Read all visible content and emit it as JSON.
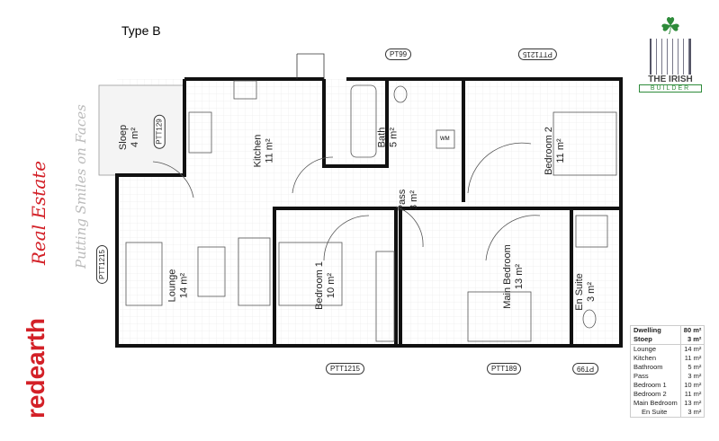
{
  "title": "Type B",
  "brand": {
    "left_logo": "redearth",
    "left_logo_sub": "Real Estate",
    "slogan": "Putting Smiles on Faces",
    "right_logo_line1": "THE IRISH",
    "right_logo_line2": "BUILDER",
    "accent": "#d32027",
    "green": "#2e8b3a"
  },
  "rooms": [
    {
      "name": "Sloep",
      "area": "4 m²"
    },
    {
      "name": "Kitchen",
      "area": "11 m²"
    },
    {
      "name": "Bath",
      "area": "5 m²"
    },
    {
      "name": "Bedroom 2",
      "area": "11 m²"
    },
    {
      "name": "Pass",
      "area": "3 m²"
    },
    {
      "name": "Lounge",
      "area": "14 m²"
    },
    {
      "name": "Bedroom 1",
      "area": "10 m²"
    },
    {
      "name": "Main Bedroom",
      "area": "13 m²"
    },
    {
      "name": "En Suite",
      "area": "3 m²"
    }
  ],
  "tags": [
    "PT99",
    "PTT1215",
    "PTT129",
    "PTT1215",
    "PTT1215",
    "PTT189",
    "PT99"
  ],
  "fixture_label": "WM",
  "schedule": {
    "totals": [
      {
        "label": "Dwelling",
        "value": "80 m²"
      },
      {
        "label": "Stoep",
        "value": "3 m²"
      }
    ],
    "rows": [
      {
        "label": "Lounge",
        "value": "14 m²"
      },
      {
        "label": "Kitchen",
        "value": "11 m²"
      },
      {
        "label": "Bathroom",
        "value": "5 m²"
      },
      {
        "label": "Pass",
        "value": "3 m²"
      },
      {
        "label": "Bedroom 1",
        "value": "10 m²"
      },
      {
        "label": "Bedroom 2",
        "value": "11 m²"
      },
      {
        "label": "Main Bedroom",
        "value": "13 m²"
      },
      {
        "label": "En Suite",
        "value": "3 m²"
      }
    ]
  }
}
